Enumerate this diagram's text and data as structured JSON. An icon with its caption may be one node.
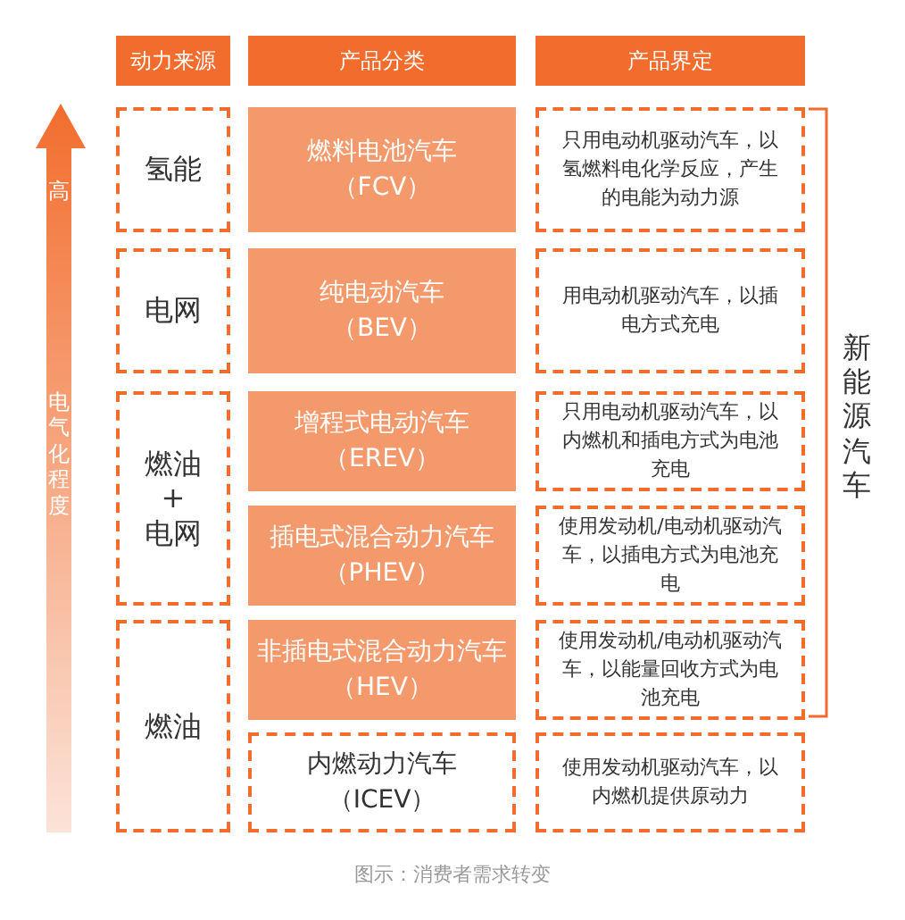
{
  "diagram": {
    "caption": "图示：消费者需求转变",
    "nodes": [
      {
        "text": [
          "动力来源"
        ]
      },
      {
        "text": [
          "产品分类"
        ]
      },
      {
        "text": [
          "产品界定"
        ]
      },
      {
        "text": [
          "氢能"
        ]
      },
      {
        "text": [
          "燃料电池汽车",
          "（FCV）"
        ]
      },
      {
        "text": [
          "只用电动机驱动汽车，以氢燃料电化学反应，产生的电能为动力源"
        ]
      },
      {
        "text": [
          "电网"
        ]
      },
      {
        "text": [
          "纯电动汽车",
          "（BEV）"
        ]
      },
      {
        "text": [
          "用电动机驱动汽车，以插电方式充电"
        ]
      },
      {
        "text": [
          "燃油",
          "+",
          "电网"
        ]
      },
      {
        "text": [
          "增程式电动汽车",
          "（EREV）"
        ]
      },
      {
        "text": [
          "只用电动机驱动汽车，以内燃机和插电方式为电池充电"
        ]
      },
      {
        "text": [
          "插电式混合动力汽车",
          "（PHEV）"
        ]
      },
      {
        "text": [
          "使用发动机/电动机驱动汽车，以插电方式为电池充电"
        ]
      },
      {
        "text": [
          "燃油"
        ]
      },
      {
        "text": [
          "非插电式混合动力汽车",
          "（HEV）"
        ]
      },
      {
        "text": [
          "使用发动机/电动机驱动汽车，以能量回收方式为电池充电"
        ]
      },
      {
        "text": [
          "内燃动力汽车",
          "（ICEV）"
        ]
      },
      {
        "text": [
          "使用发动机驱动汽车，以内燃机提供原动力"
        ]
      }
    ],
    "edges": [],
    "labels": [
      "高",
      "电气化程度",
      "新能源汽车"
    ]
  }
}
